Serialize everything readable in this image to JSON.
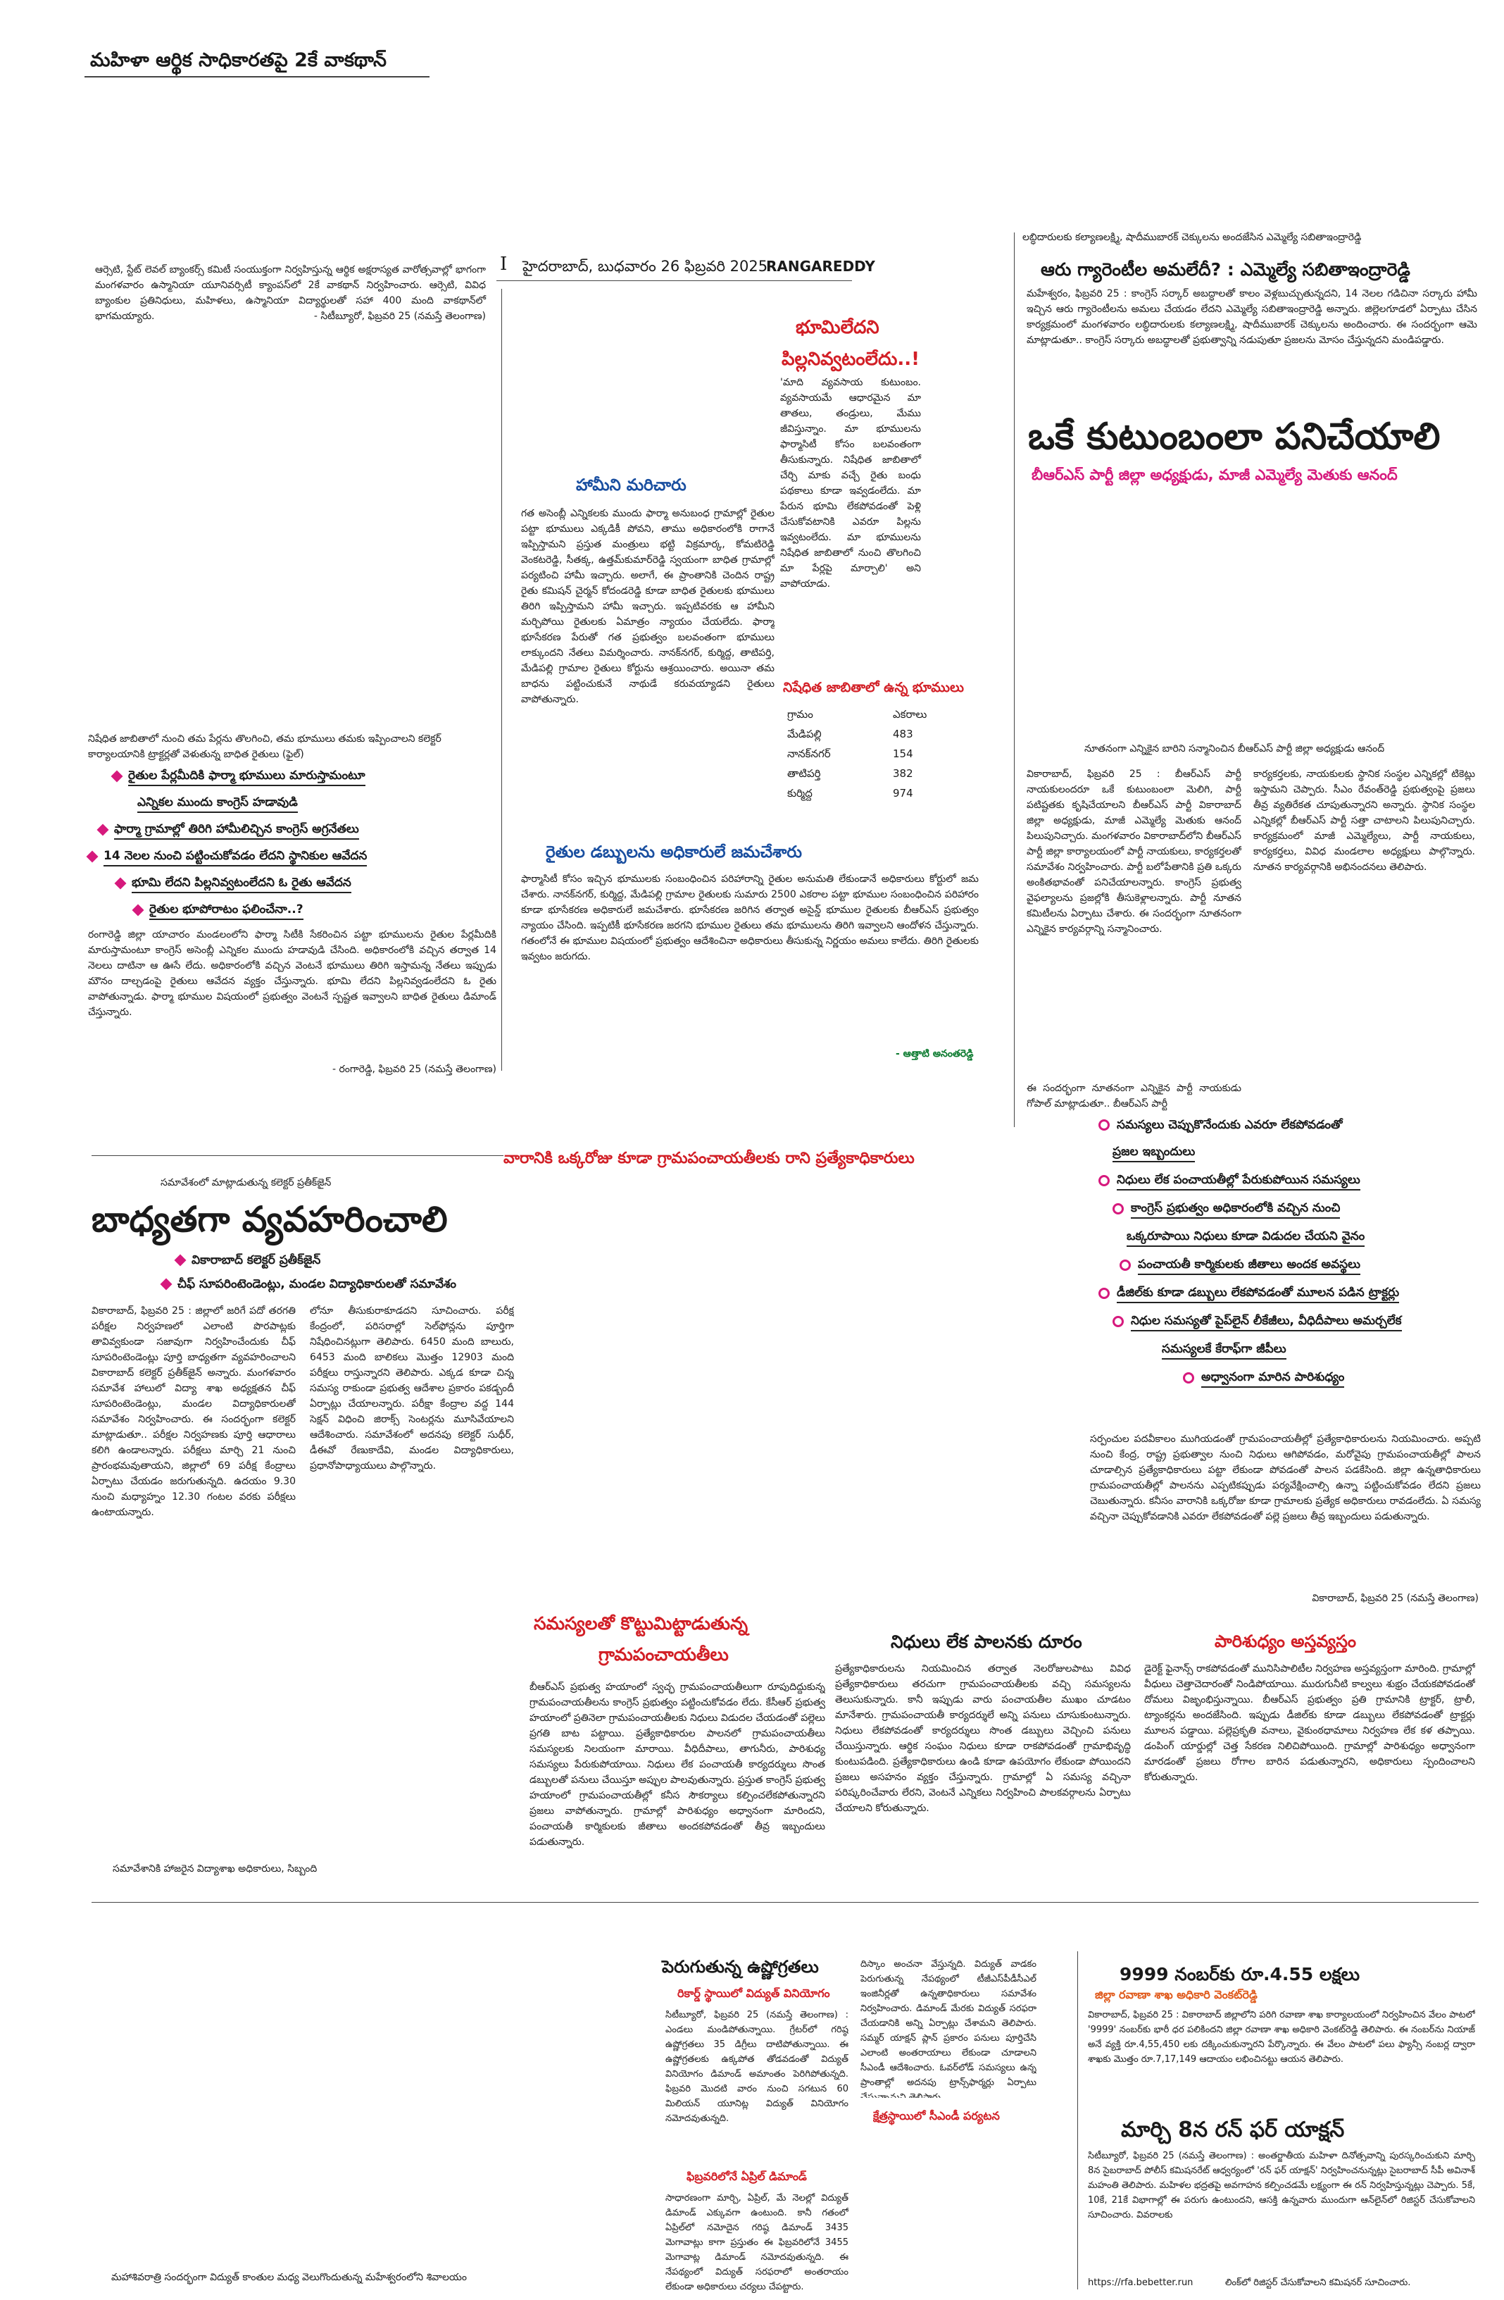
{
  "page": {
    "top_title": "మహిళా ఆర్థిక సాధికారతపై 2కే వాకథాన్",
    "masthead_date": "హైదరాబాద్‌, బుధవారం 26 ఫిబ్రవరి 2025",
    "masthead_page": "I",
    "masthead_section": "RANGAREDDY"
  },
  "walkathon": {
    "text": "ఆర్సెటి, స్టేట్‌ లెవల్‌ బ్యాంకర్స్‌ కమిటీ సంయుక్తంగా నిర్వహిస్తున్న ఆర్థిక అక్షరాస్యత వారోత్సవాల్లో భాగంగా మంగళవారం ఉస్మానియా యూనివర్సిటీ క్యాంపస్‌లో 2కే వాకథాన్‌ నిర్వహించారు. ఆర్సెటి, వివిధ బ్యాంకుల ప్రతినిధులు, మహిళలు, ఉస్మానియా విద్యార్థులతో సహా 400 మంది వాకథాన్‌లో భాగమయ్యారు.",
    "credit": "- సిటీబ్యూరో, ఫిబ్రవరి 25 (నమస్తే తెలంగాణ)"
  },
  "pharma": {
    "photo_caption": "నిషేధిత జాబితాలో నుంచి తమ పేర్లను తొలగించి, తమ భూములు తమకు ఇప్పించాలని కలెక్టర్‌ కార్యాలయానికి ట్రాక్టర్లతో వెళుతున్న బాధిత రైతులు (ఫైల్‌)",
    "bullets": [
      "రైతుల పేర్లమీదికి ఫార్మా భూములు మారుస్తామంటూ",
      "ఎన్నికల ముందు కాంగ్రెస్‌ హడావుడి",
      "ఫార్మా గ్రామాల్లో తిరిగి హామీలిచ్చిన కాంగ్రెస్‌ అగ్రనేతలు",
      "14 నెలల నుంచి పట్టించుకోవడం లేదని స్థానికుల ఆవేదన",
      "భూమి లేదని పిల్లనివ్వటంలేదని ఓ రైతు ఆవేదన",
      "రైతుల భూపోరాటం ఫలించేనా..?"
    ],
    "intro": "రంగారెడ్డి జిల్లా యాచారం మండలంలోని ఫార్మా సిటీకి సేకరించిన పట్టా భూముల‌ను రైతుల పేర్లమీదికి మారుస్తామంటూ కాంగ్రెస్‌ అసెంబ్లీ ఎన్నికల ముందు హడావుడి చేసింది. అధికారంలోకి వచ్చిన తర్వాత 14 నెలలు దాటినా ఆ ఊసే లేదు. అధికారంలోకి వచ్చిన వెంటనే భూములు తిరిగి ఇస్తామన్న నేతలు ఇప్పుడు మౌనం దాల్చడంపై రైతులు ఆవేదన వ్యక్తం చేస్తున్నారు. భూమి లేదని పిల్లనివ్వడంలేదని ఓ రైతు వాపోతున్నాడు. ఫార్మా భూముల విషయంలో ప్రభుత్వం వెంటనే స్పష్టత ఇవ్వాలని బాధిత రైతులు డిమాండ్‌ చేస్తున్నారు.",
    "credit": "- రంగారెడ్డి, ఫిబ్రవరి 25 (నమస్తే తెలంగాణ)"
  },
  "bhumi": {
    "headline_1": "భూమిలేదని",
    "headline_2": "పిల్లనివ్వటంలేదు..!",
    "quote": "'మాది వ్యవసాయ కుటుంబం. వ్యవసాయమే ఆధారమైన మా తాతలు, తండ్రులు, మేము జీవిస్తున్నాం. మా భూములను ఫార్మాసిటీ కోసం బలవంతంగా తీసుకున్నారు. నిషేధిత జాబితాలో చేర్చి మాకు వచ్చే రైతు బంధు పథకాలు కూడా ఇవ్వడంలేదు. మా పేరున భూమి లేకపోవడంతో పెళ్లి చేసుకోవటానికి ఎవరూ పిల్లను ఇవ్వటంలేదు. మా భూములను నిషేధిత జాబితాలో నుంచి తొలగించి మా పేర్లపై మార్చాలి' అని వాపోయాడు.",
    "credit": "- ఆత్తాటి అనంతరెడ్డి"
  },
  "hamini": {
    "heading": "హామీని మరిచారు",
    "text": "గత అసెంబ్లీ ఎన్నికలకు ముందు ఫార్మా అనుబంధ గ్రామాల్లో రైతుల పట్టా భూములు ఎక్కడికీ పోవని, తాము అధికారంలోకి రాగానే ఇప్పిస్తామని ప్రస్తుత మంత్రులు భట్టి విక్రమార్క, కోమటిరెడ్డి వెంకటరెడ్డి, సీతక్క, ఉత్తమ్‌కుమార్‌రెడ్డి స్వయంగా బాధిత గ్రామాల్లో పర్యటించి హామీ ఇచ్చారు. అలాగే, ఈ ప్రాంతానికి చెందిన రాష్ట్ర రైతు కమిషన్‌ చైర్మన్‌ కోదండరెడ్డి కూడా బాధిత రైతులకు భూములు తిరిగి ఇప్పిస్తామని హామీ ఇచ్చారు. ఇప్పటివరకు ఆ హామీని మర్చిపోయి రైతులకు ఏమాత్రం న్యాయం చేయలేదు. ఫార్మా భూసేకరణ పేరుతో గత ప్రభుత్వం బలవంతంగా భూములు లాక్కుందని నేతలు విమర్శించారు. నానక్‌నగర్‌, కుర్మిద్ద, తాటిపర్తి, మేడిపల్లి గ్రామాల రైతులు కోర్టును ఆశ్రయించారు. అయినా తమ బాధను పట్టించుకునే నాథుడే కరువయ్యాడని రైతులు వాపోతున్నారు."
  },
  "land_table": {
    "heading": "నిషేధిత జాబితాలో ఉన్న భూములు",
    "col1": "గ్రామం",
    "col2": "ఎకరాలు",
    "rows": [
      {
        "village": "మేడిపల్లి",
        "acres": "483"
      },
      {
        "village": "నానక్‌నగర్",
        "acres": "154"
      },
      {
        "village": "తాటిపర్తి",
        "acres": "382"
      },
      {
        "village": "కుర్మిద్ద",
        "acres": "974"
      }
    ]
  },
  "raitu": {
    "heading": "రైతుల డబ్బులను అధికారులే జమచేశారు",
    "text": "ఫార్మాసిటీ కోసం ఇచ్చిన భూములకు సంబంధించిన పరిహారాన్ని రైతుల అనుమతి లేకుండానే అధికారులు కోర్టులో జమ చేశారు. నానక్‌నగర్‌, కుర్మిద్ద, మేడిపల్లి గ్రామాల రైతులకు సుమారు 2500 ఎకరాల పట్టా భూముల సంబంధించిన పరిహారం కూడా భూసేకరణ అధికారులే జమచేశారు. భూసేకరణ జరిగిన తర్వాత అసైన్డ్‌ భూముల రైతులకు బీఆర్‌ఎస్‌ ప్రభుత్వం న్యాయం చేసింది. ఇప్పటికీ భూసేకరణ జరగని భూముల రైతులు తమ భూములను తిరిగి ఇవ్వాలని ఆందోళన చేస్తున్నారు. గతంలోనే ఈ భూముల విషయంలో ప్రభుత్వం ఆదేశించినా అధికారులు తీసుకున్న నిర్ణయం అమలు కాలేదు. తిరిగి రైతులకు ఇవ్వటం జరుగదు."
  },
  "aaru": {
    "kicker": "లబ్ధిదారులకు కల్యాణలక్ష్మి, షాదీముబారక్‌ చెక్కులను అందజేసిన ఎమ్మెల్యే సబితాఇంద్రారెడ్డి",
    "headline": "ఆరు గ్యారెంటీల అమలేదీ? : ఎమ్మెల్యే సబితాఇంద్రారెడ్డి",
    "text": "మహేశ్వరం, ఫిబ్రవరి 25 : కాంగ్రెస్‌ సర్కార్‌ అబద్ధాలతో కాలం వెళ్లబుచ్చుతున్నదని, 14 నెలల గడిచినా సర్కారు హామీ ఇచ్చిన ఆరు గ్యారెంటీలను అమలు చేయడం లేదని ఎమ్మెల్యే సబితాఇంద్రారెడ్డి అన్నారు. జిల్లెలగూడలో ఏర్పాటు చేసిన కార్యక్రమంలో మంగళవారం లబ్ధిదారులకు కల్యాణలక్ష్మి, షాదీముబారక్‌ చెక్కులను అందించారు. ఈ సందర్భంగా ఆమె మాట్లాడుతూ.. కాంగ్రెస్‌ సర్కారు అబద్ధాలతో ప్రభుత్వాన్ని నడుపుతూ ప్రజలను మోసం చేస్తున్నదని మండిపడ్డారు."
  },
  "oke": {
    "headline": "ఒకే కుటుంబంలా పనిచేయాలి",
    "subhead": "బీఆర్‌ఎస్‌ పార్టీ జిల్లా అధ్యక్షుడు, మాజీ ఎమ్మెల్యే మెతుకు ఆనంద్‌",
    "photo_caption": "నూతనంగా ఎన్నికైన బారిని సన్మానించిన బీఆర్‌ఎస్‌ పార్టీ జిల్లా అధ్యక్షుడు ఆనంద్‌",
    "col1": "వికారాబాద్‌, ఫిబ్రవరి 25 : బీఆర్‌ఎస్‌ పార్టీ నాయకులందరూ ఒకే కుటుంబంలా మెలిగి, పార్టీ పటిష్టతకు కృషిచేయాలని బీఆర్‌ఎస్‌ పార్టీ వికారాబాద్‌ జిల్లా అధ్యక్షుడు, మాజీ ఎమ్మెల్యే మెతుకు ఆనంద్‌ పిలుపునిచ్చారు. మంగళవారం వికారాబాద్‌లోని బీఆర్‌ఎస్‌ పార్టీ జిల్లా కార్యాలయంలో పార్టీ నాయకులు, కార్యకర్తలతో సమావేశం నిర్వహించారు. పార్టీ బలోపేతానికి ప్రతి ఒక్కరు అంకితభావంతో పనిచేయాలన్నారు. కాంగ్రెస్‌ ప్రభుత్వ వైఫల్యాలను ప్రజల్లోకి తీసుకెళ్లాలన్నారు. పార్టీ నూతన కమిటీలను ఏర్పాటు చేశారు. ఈ సందర్భంగా నూతనంగా ఎన్నికైన కార్యవర్గాన్ని సన్మానించారు.",
    "col2": "కార్యకర్తలకు, నాయకులకు స్థానిక సంస్థల ఎన్నికల్లో టికెట్లు ఇస్తామని చెప్పారు. సీఎం రేవంత్‌రెడ్డి ప్రభుత్వంపై ప్రజలు తీవ్ర వ్యతిరేకత చూపుతున్నారని అన్నారు. స్థానిక సంస్థల ఎన్నికల్లో బీఆర్‌ఎస్‌ పార్టీ సత్తా చాటాలని పిలుపునిచ్చారు. కార్యక్రమంలో మాజీ ఎమ్మెల్యేలు, పార్టీ నాయకులు, కార్యకర్తలు, వివిధ మండలాల అధ్యక్షులు పాల్గొన్నారు. నూతన కార్యవర్గానికి అభినందనలు తెలిపారు.",
    "closing": "ఈ సందర్భంగా నూతనంగా ఎన్నికైన పార్టీ నాయకుడు గోపాల్‌ మాట్లాడుతూ.. బీఆర్‌ఎస్‌ పార్టీ"
  },
  "village": {
    "headline": "వారానికి ఒక్కరోజు కూడా గ్రామపంచాయతీలకు రాని ప్రత్యేకాధికారులు",
    "bullets": [
      "సమస్యలు చెప్పుకొనేందుకు ఎవరూ లేకపోవడంతో",
      "ప్రజల ఇబ్బందులు",
      "నిధులు లేక పంచాయతీల్లో పేరుకుపోయిన సమస్యలు",
      "కాంగ్రెస్‌ ప్రభుత్వం అధికారంలోకి వచ్చిన నుంచి",
      "ఒక్కరూపాయి నిధులు కూడా విడుదల చేయని వైనం",
      "పంచాయతీ కార్మికులకు జీతాలు అందక అవస్థలు",
      "డీజిల్‌కు కూడా డబ్బులు లేకపోవడంతో మూలన పడిన ట్రాక్టర్లు",
      "నిధుల సమస్యతో పైప్‌లైన్‌ లీకేజీలు, వీధిదీపాలు అమర్చలేక",
      "సమస్యలకే కేరాఫ్‌గా జీపీలు",
      "అధ్వానంగా మారిన పారిశుధ్యం"
    ],
    "intro": "సర్పంచుల పదవీకాలం ముగియడంతో గ్రామపంచాయతీల్లో ప్రత్యేకాధికారులను నియమించారు. అప్పటి నుంచి కేంద్ర, రాష్ట్ర ప్రభుత్వాల నుంచి నిధులు ఆగిపోవడం, మరోవైపు గ్రామపంచాయతీల్లో పాలన చూడాల్సిన ప్రత్యేకాధికారులు పట్టా లేకుండా పోవడంతో పాలన పడకేసింది. జిల్లా ఉన్నతాధికారులు గ్రామపంచాయతీల్లో పాలనను ఎప్పటికప్పుడు పర్యవేక్షించాల్సి ఉన్నా పట్టించుకోవడం లేదని ప్రజలు చెబుతున్నారు. కనీసం వారానికి ఒక్కరోజు కూడా గ్రామాలకు ప్రత్యేక అధికారులు రావడంలేదు. ఏ సమస్య వచ్చినా చెప్పుకోవడానికి ఎవరూ లేకపోవడంతో పల్లె ప్రజలు తీవ్ర ఇబ్బందులు పడుతున్నారు.",
    "credit": "వికారాబాద్‌, ఫిబ్రవరి 25 (నమస్తే తెలంగాణ)"
  },
  "badhyata": {
    "kicker": "సమావేశంలో మాట్లాడుతున్న కలెక్టర్‌ ప్రతీక్‌జైన్‌",
    "headline": "బాధ్యతగా వ్యవహరించాలి",
    "bullets": [
      "వికారాబాద్‌ కలెక్టర్‌ ప్రతీక్‌జైన్‌",
      "చీఫ్‌ సూపరింటెండెంట్లు, మండల విద్యాధికారులతో సమావేశం"
    ],
    "col1": "వికారాబాద్‌, ఫిబ్రవరి 25 : జిల్లాలో జరిగే పదో తరగతి పరీక్షల నిర్వహణలో ఎలాంటి పొరపాట్లకు తావివ్వకుండా సజావుగా నిర్వహించేందుకు చీఫ్‌ సూపరింటెండెంట్లు పూర్తి బాధ్యతగా వ్యవహరించాలని వికారాబాద్‌ కలెక్టర్‌ ప్రతీక్‌జైన్‌ అన్నారు. మంగళవారం సమావేశ హాలులో విద్యా శాఖ అధ్యక్షతన చీఫ్‌ సూపరింటెండెంట్లు, మండల విద్యాధికారులతో సమావేశం నిర్వహించారు. ఈ సందర్భంగా కలెక్టర్‌ మాట్లాడుతూ.. పరీక్షల నిర్వహణకు పూర్తి ఆధారాలు కలిగి ఉండాలన్నారు. పరీక్షలు మార్చి 21 నుంచి ప్రారంభమవుతాయని, జిల్లాలో 69 పరీక్ష కేంద్రాలు ఏర్పాటు చేయడం జరుగుతున్నది. ఉదయం 9.30 నుంచి మధ్యాహ్నం 12.30 గంటల వరకు పరీక్షలు ఉంటాయన్నారు.",
    "col2": "లోనూ తీసుకురాకూడదని సూచించారు. పరీక్ష కేంద్రంలో, పరిసరాల్లో సెల్‌ఫోన్లను పూర్తిగా నిషేధించినట్లుగా తెలిపారు. 6450 మంది బాలురు, 6453 మంది బాలికలు మొత్తం 12903 మంది పరీక్షలు రాస్తున్నారని తెలిపారు. ఎక్కడ కూడా చిన్న సమస్య రాకుండా ప్రభుత్వ ఆదేశాల ప్రకారం పకడ్బందీ ఏర్పాట్లు చేయాలన్నారు. పరీక్షా కేంద్రాల వద్ద 144 సెక్షన్‌ విధించి జిరాక్స్‌ సెంటర్లను మూసివేయాలని ఆదేశించారు. సమావేశంలో అదనపు కలెక్టర్‌ సుధీర్‌, డీఈవో రేణుకాదేవి, మండల విద్యాధికారులు, ప్రధానోపాధ్యాయులు పాల్గొన్నారు.",
    "photo_caption": "సమావేశానికి హాజరైన విద్యాశాఖ అధికారులు, సిబ్బంది"
  },
  "samasya": {
    "headline_1": "సమస్యలతో కొట్టుమిట్టాడుతున్న",
    "headline_2": "గ్రామపంచాయతీలు",
    "text": "బీఆర్‌ఎస్‌ ప్రభుత్వ హయాంలో స్వచ్ఛ గ్రామపంచాయతీలుగా రూపుదిద్దుకున్న గ్రామపంచాయతీలను కాంగ్రెస్‌ ప్రభుత్వం పట్టించుకోవడం లేదు. కేసీఆర్‌ ప్రభుత్వ హయాంలో ప్రతినెలా గ్రామపంచాయతీలకు నిధులు విడుదల చేయడంతో పల్లెలు ప్రగతి బాట పట్టాయి. ప్రత్యేకాధికారుల పాలనలో గ్రామపంచాయతీలు సమస్యలకు నిలయంగా మారాయి. వీధిదీపాలు, తాగునీరు, పారిశుధ్య సమస్యలు పేరుకుపోయాయి. నిధులు లేక పంచాయతీ కార్యదర్శులు సొంత డబ్బులతో పనులు చేయిస్తూ అప్పుల పాలవుతున్నారు. ప్రస్తుత కాంగ్రెస్‌ ప్రభుత్వ హయాంలో గ్రామపంచాయతీల్లో కనీస సౌకర్యాలు కల్పించలేకపోతున్నారని ప్రజలు వాపోతున్నారు. గ్రామాల్లో పారిశుధ్యం అధ్వానంగా మారిందని, పంచాయతీ కార్మికులకు జీతాలు అందకపోవడంతో తీవ్ర ఇబ్బందులు పడుతున్నారు."
  },
  "nidhulu": {
    "headline": "నిధులు లేక పాలనకు దూరం",
    "text": "ప్రత్యేకాధికారులను నియమించిన తర్వాత నెలరోజులపాటు వివిధ ప్రత్యేకాధికారులు తరచుగా గ్రామపంచాయతీలకు వచ్చి సమస్యలను తెలుసుకున్నారు. కానీ ఇప్పుడు వారు పంచాయతీల ముఖం చూడటం మానేశారు. గ్రామపంచాయతీ కార్యదర్శులే అన్ని పనులు చూసుకుంటున్నారు. నిధులు లేకపోవడంతో కార్యదర్శులు సొంత డబ్బులు వెచ్చించి పనులు చేయిస్తున్నారు. ఆర్థిక సంఘం నిధులు కూడా రాకపోవడంతో గ్రామాభివృద్ధి కుంటుపడింది. ప్రత్యేకాధికారులు ఉండి కూడా ఉపయోగం లేకుండా పోయిందని ప్రజలు అసహనం వ్యక్తం చేస్తున్నారు. గ్రామాల్లో ఏ సమస్య వచ్చినా పరిష్కరించేవారు లేరని, వెంటనే ఎన్నికలు నిర్వహించి పాలకవర్గాలను ఏర్పాటు చేయాలని కోరుతున్నారు."
  },
  "parisudhyam": {
    "headline": "పారిశుధ్యం అస్తవ్యస్తం",
    "text": "డైరెక్ట్‌ ఫైనాన్స్‌ రాకపోవడంతో మునిసిపాలిటీల నిర్వహణ అస్తవ్యస్తంగా మారింది. గ్రామాల్లో వీధులు చెత్తాచెదారంతో నిండిపోయాయి. మురుగునీటి కాల్వలు శుభ్రం చేయకపోవడంతో దోమలు విజృంభిస్తున్నాయి. బీఆర్‌ఎస్‌ ప్రభుత్వం ప్రతి గ్రామానికి ట్రాక్టర్‌, ట్రాలీ, ట్యాంకర్లను అందజేసింది. ఇప్పుడు డీజిల్‌కు కూడా డబ్బులు లేకపోవడంతో ట్రాక్టర్లు మూలన పడ్డాయి. పల్లెప్రకృతి వనాలు, వైకుంఠధామాలు నిర్వహణ లేక కళ తప్పాయి. డంపింగ్‌ యార్డుల్లో చెత్త సేకరణ నిలిచిపోయింది. గ్రామాల్లో పారిశుధ్యం అధ్వానంగా మారడంతో ప్రజలు రోగాల బారిన పడుతున్నారని, అధికారులు స్పందించాలని కోరుతున్నారు."
  },
  "heat": {
    "headline": "పెరుగుతున్న ఉష్ణోగ్రతలు",
    "sub1": "రికార్డ్‌ స్థాయిలో విద్యుత్‌ వినియోగం",
    "text1": "సిటీబ్యూరో, ఫిబ్రవరి 25 (నమస్తే తెలంగాణ) : ఎండలు మండిపోతున్నాయి. గ్రేటర్‌లో గరిష్ఠ ఉష్ణోగ్రతలు 35 డిగ్రీలు దాటిపోతున్నాయి. ఈ ఉష్ణోగ్రతలకు ఉక్కపోత తోడవడంతో విద్యుత్‌ వినియోగం డిమాండ్‌ అమాంతం పెరిగిపోతున్నది. ఫిబ్రవరి మొదటి వారం నుంచి సగటున 60 మిలియన్‌ యూనిట్ల విద్యుత్‌ వినియోగం నమోదవుతున్నది.",
    "sub2": "ఫిబ్రవరిలోనే ఏప్రిల్‌ డిమాండ్‌",
    "text2": "సాధారణంగా మార్చి, ఏప్రిల్‌, మే నెలల్లో విద్యుత్‌ డిమాండ్‌ ఎక్కువగా ఉంటుంది. కానీ గతంలో ఏప్రిల్‌లో నమోదైన గరిష్ఠ డిమాండ్‌ 3435 మెగావాట్లు కాగా ప్రస్తుతం ఈ ఫిబ్రవరిలోనే 3455 మెగావాట్ల డిమాండ్‌ నమోదవుతున్నది. ఈ నేపథ్యంలో విద్యుత్‌ సరఫరాలో అంతరాయం లేకుండా అధికారులు చర్యలు చేపట్టారు.",
    "sub3": "క్షేత్రస్థాయిలో సీఎండీ పర్యటన",
    "text3": "దిస్కాం అంచనా వేస్తున్నది. విద్యుత్‌ వాడకం పెరుగుతున్న నేపథ్యంలో టీజీఎస్‌పీడీసీఎల్‌ ఇంజినీర్లతో ఉన్నతాధికారులు సమావేశం నిర్వహించారు. డిమాండ్‌ మేరకు విద్యుత్‌ సరఫరా చేయడానికి అన్ని ఏర్పాట్లు చేశామని తెలిపారు. సమ్మర్‌ యాక్షన్‌ ప్లాన్‌ ప్రకారం పనులు పూర్తిచేసి ఎలాంటి అంతరాయాలు లేకుండా చూడాలని సీఎండీ ఆదేశించారు. ఓవర్‌లోడ్‌ సమస్యలు ఉన్న ప్రాంతాల్లో అదనపు ట్రాన్స్‌ఫార్మర్లు ఏర్పాటు చేస్తున్నామని తెలిపారు.",
    "photo_caption": "మహాశివరాత్రి సందర్భంగా విద్యుత్‌ కాంతుల మధ్య వెలుగొందుతున్న మహేశ్వరంలోని శివాలయం"
  },
  "number": {
    "headline": "9999 నంబర్‌కు రూ.4.55 లక్షలు",
    "sub": "జిల్లా రవాణా శాఖ అధికారి వెంకట్‌రెడ్డి",
    "text": "వికారాబాద్‌, ఫిబ్రవరి 25 : వికారాబాద్‌ జిల్లాలోని పరిగి రవాణా శాఖ కార్యాలయంలో నిర్వహించిన వేలం పాటలో '9999' నంబర్‌కు భారీ ధర పలికిందని జిల్లా రవాణా శాఖ అధికారి వెంకట్‌రెడ్డి తెలిపారు. ఈ నంబర్‌ను నియాజ్‌ అనే వ్యక్తి రూ.4,55,450 లకు దక్కించుకున్నారని పేర్కొన్నారు. ఈ వేలం పాటలో పలు ఫ్యాన్సీ నంబర్ల ద్వారా శాఖకు మొత్తం రూ.7,17,149 ఆదాయం లభించినట్టు ఆయన తెలిపారు."
  },
  "run": {
    "headline": "మార్చి 8న రన్‌ ఫర్‌ యాక్షన్‌",
    "text": "సిటీబ్యూరో, ఫిబ్రవరి 25 (నమస్తే తెలంగాణ) : అంతర్జాతీయ మహిళా దినోత్సవాన్ని పురస్కరించుకుని మార్చి 8న సైబరాబాద్‌ పోలీస్‌ కమిషనరేట్‌ ఆధ్వర్యంలో 'రన్‌ ఫర్‌ యాక్షన్‌' నిర్వహించనున్నట్లు సైబరాబాద్‌ సీపీ అవినాశ్‌ మహంతి తెలిపారు. మహిళల భద్రతపై అవగాహన కల్పించడమే లక్ష్యంగా ఈ రన్‌ నిర్వహిస్తున్నట్లు చెప్పారు. 5కే, 10కే, 21కే విభాగాల్లో ఈ పరుగు ఉంటుందని, ఆసక్తి ఉన్నవారు ముందుగా ఆన్‌లైన్‌లో రిజిస్టర్‌ చేసుకోవాలని సూచించారు. వివరాలకు",
    "url": "https://rfa.bebetter.run",
    "tail": "లింక్‌లో రిజిస్టర్‌ చేసుకోవాలని కమిషనర్‌ సూచించారు."
  },
  "colors": {
    "accent_red": "#d21f26",
    "accent_pink": "#d6197d",
    "accent_blue": "#1a4fa0",
    "accent_orange": "#e05a1b"
  }
}
